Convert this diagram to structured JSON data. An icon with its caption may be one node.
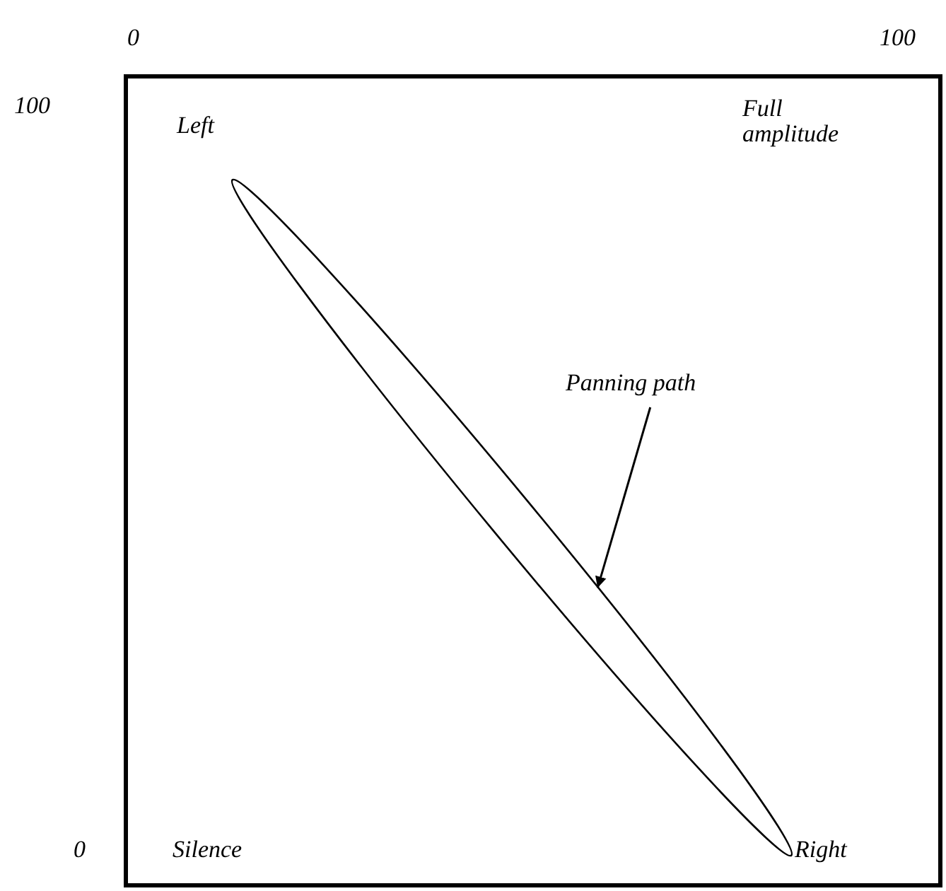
{
  "diagram": {
    "nodes": [
      {
        "text": [
          "Panning path"
        ]
      },
      {
        "text": [],
        "shape": "ellipse"
      }
    ],
    "edges": [
      {
        "from": 0,
        "to": 1,
        "arrow": "to"
      }
    ],
    "labels": [
      "0",
      "100",
      "100",
      "Left",
      "Full amplitude",
      "0",
      "Silence",
      "Right"
    ]
  }
}
